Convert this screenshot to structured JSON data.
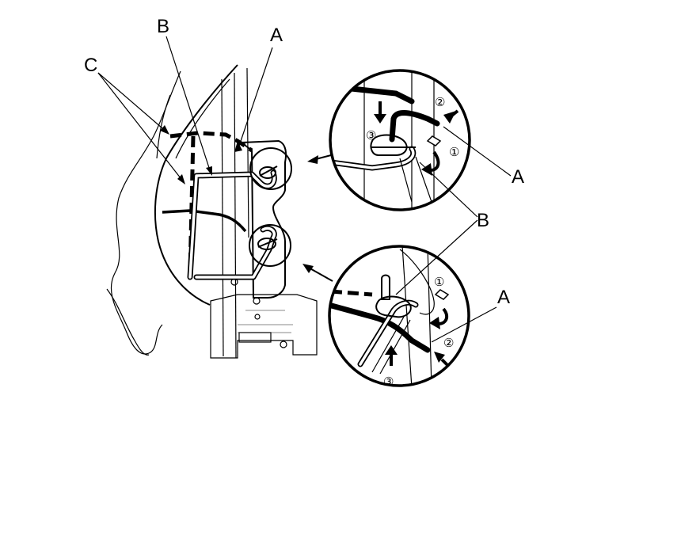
{
  "labels": {
    "main_c": "C",
    "main_b": "B",
    "main_a": "A",
    "detail_top_a": "A",
    "detail_b": "B",
    "detail_bottom_a": "A"
  },
  "steps": {
    "top_1": "①",
    "top_2": "②",
    "top_3": "③",
    "bottom_1": "①",
    "bottom_2": "②",
    "bottom_3": "③"
  }
}
